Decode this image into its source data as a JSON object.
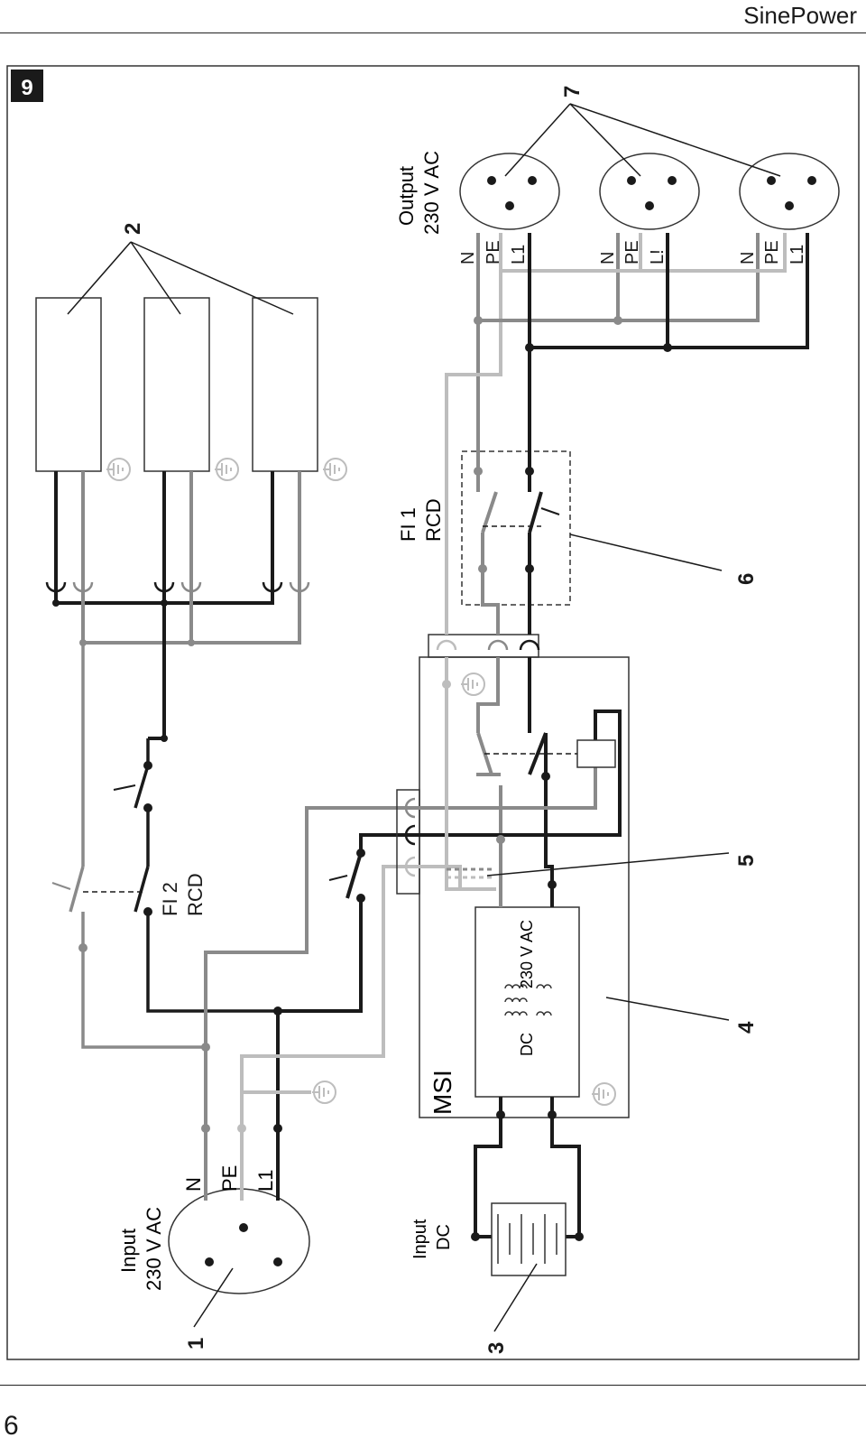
{
  "header": {
    "brand": "SinePower"
  },
  "footer": {
    "page_number": "6"
  },
  "figure": {
    "number": "9",
    "callouts": {
      "c1": "1",
      "c2": "2",
      "c3": "3",
      "c4": "4",
      "c5": "5",
      "c6": "6",
      "c7": "7"
    },
    "labels": {
      "input_ac_1": "Input",
      "input_ac_2": "230 V AC",
      "input_dc_1": "Input",
      "input_dc_2": "DC",
      "output_1": "Output",
      "output_2": "230 V AC",
      "fi2_1": "FI 2",
      "fi2_2": "RCD",
      "fi1_1": "FI 1",
      "fi1_2": "RCD",
      "msi": "MSI",
      "dc": "DC",
      "ac": "230 V AC",
      "in_n": "N",
      "in_pe": "PE",
      "in_l1": "L1",
      "s1_n": "N",
      "s1_pe": "PE",
      "s1_l": "L1",
      "s2_n": "N",
      "s2_pe": "PE",
      "s2_l": "L!",
      "s3_n": "N",
      "s3_pe": "PE",
      "s3_l": "L1"
    },
    "colors": {
      "phase": "#1a1a1a",
      "neutral": "#8a8a8a",
      "earth": "#bdbdbd",
      "frame": "#333333"
    }
  }
}
